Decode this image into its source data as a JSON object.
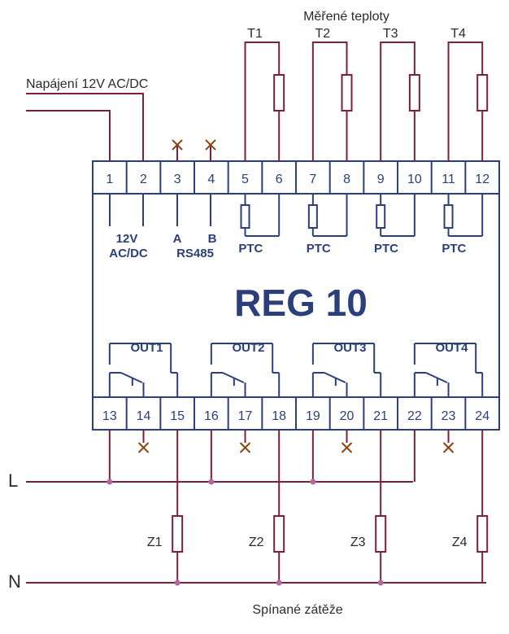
{
  "diagram": {
    "device_name": "REG 10",
    "top_title": "Měřené teploty",
    "power_label": "Napájení 12V AC/DC",
    "bottom_title": "Spínané zátěže",
    "line_L": "L",
    "line_N": "N",
    "sensors": [
      "T1",
      "T2",
      "T3",
      "T4"
    ],
    "loads": [
      "Z1",
      "Z2",
      "Z3",
      "Z4"
    ],
    "terminals_top": [
      "1",
      "2",
      "3",
      "4",
      "5",
      "6",
      "7",
      "8",
      "9",
      "10",
      "11",
      "12"
    ],
    "terminals_bottom": [
      "13",
      "14",
      "15",
      "16",
      "17",
      "18",
      "19",
      "20",
      "21",
      "22",
      "23",
      "24"
    ],
    "labels": {
      "v12": "12V",
      "acdc": "AC/DC",
      "a": "A",
      "b": "B",
      "rs485": "RS485",
      "ptc": [
        "PTC",
        "PTC",
        "PTC",
        "PTC"
      ],
      "outs": [
        "OUT1",
        "OUT2",
        "OUT3",
        "OUT4"
      ]
    },
    "colors": {
      "wire": "#7a1f3d",
      "device": "#2b3f7a",
      "cross": "#8b4513",
      "dot": "#b06aa0"
    }
  }
}
